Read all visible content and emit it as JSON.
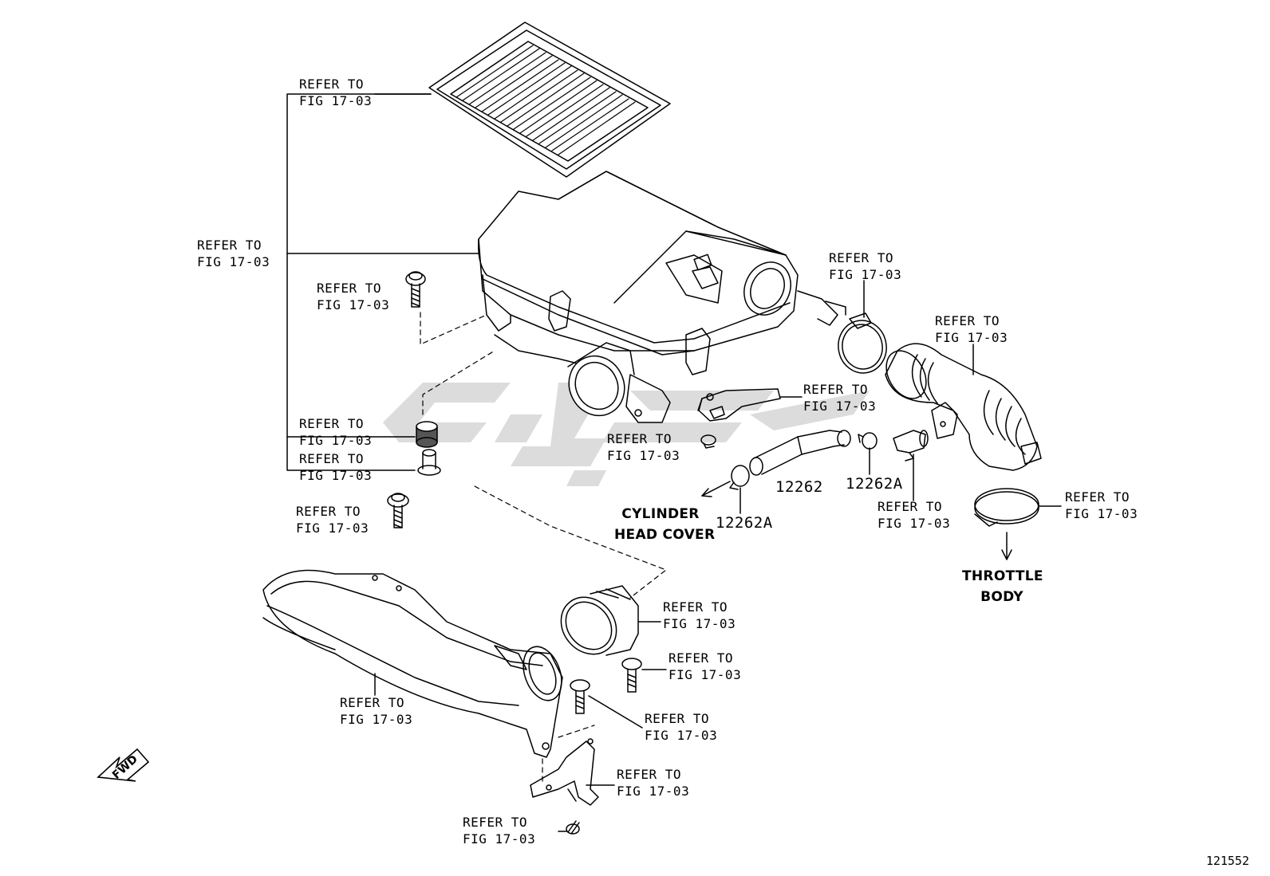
{
  "callouts": [
    {
      "id": "air-filter",
      "line1": "REFER TO",
      "line2": "FIG 17-03"
    },
    {
      "id": "air-cleaner-case",
      "line1": "REFER TO",
      "line2": "FIG 17-03"
    },
    {
      "id": "case-bolt",
      "line1": "REFER TO",
      "line2": "FIG 17-03"
    },
    {
      "id": "grommet",
      "line1": "REFER TO",
      "line2": "FIG 17-03"
    },
    {
      "id": "collar",
      "line1": "REFER TO",
      "line2": "FIG 17-03"
    },
    {
      "id": "lower-bolt",
      "line1": "REFER TO",
      "line2": "FIG 17-03"
    },
    {
      "id": "outlet-clamp",
      "line1": "REFER TO",
      "line2": "FIG 17-03"
    },
    {
      "id": "intake-hose",
      "line1": "REFER TO",
      "line2": "FIG 17-03"
    },
    {
      "id": "sensor-bracket",
      "line1": "REFER TO",
      "line2": "FIG 17-03"
    },
    {
      "id": "sensor-screw",
      "line1": "REFER TO",
      "line2": "FIG 17-03"
    },
    {
      "id": "pcv-union",
      "line1": "REFER TO",
      "line2": "FIG 17-03"
    },
    {
      "id": "throttle-clamp",
      "line1": "REFER TO",
      "line2": "FIG 17-03"
    },
    {
      "id": "inlet-seal",
      "line1": "REFER TO",
      "line2": "FIG 17-03"
    },
    {
      "id": "inlet-screw-right",
      "line1": "REFER TO",
      "line2": "FIG 17-03"
    },
    {
      "id": "inlet-duct",
      "line1": "REFER TO",
      "line2": "FIG 17-03"
    },
    {
      "id": "inlet-screw-mid",
      "line1": "REFER TO",
      "line2": "FIG 17-03"
    },
    {
      "id": "duct-bracket",
      "line1": "REFER TO",
      "line2": "FIG 17-03"
    },
    {
      "id": "bracket-bolt",
      "line1": "REFER TO",
      "line2": "FIG 17-03"
    }
  ],
  "part_numbers": {
    "hose": "12262",
    "clamp_a_right": "12262A",
    "clamp_a_left": "12262A"
  },
  "destinations": {
    "cylinder_head_cover_line1": "CYLINDER",
    "cylinder_head_cover_line2": "HEAD COVER",
    "throttle_body_line1": "THROTTLE",
    "throttle_body_line2": "BODY"
  },
  "fwd_label": "FWD",
  "diagram_id": "121552",
  "colors": {
    "ink": "#000000",
    "watermark": "#d9d9d9"
  }
}
